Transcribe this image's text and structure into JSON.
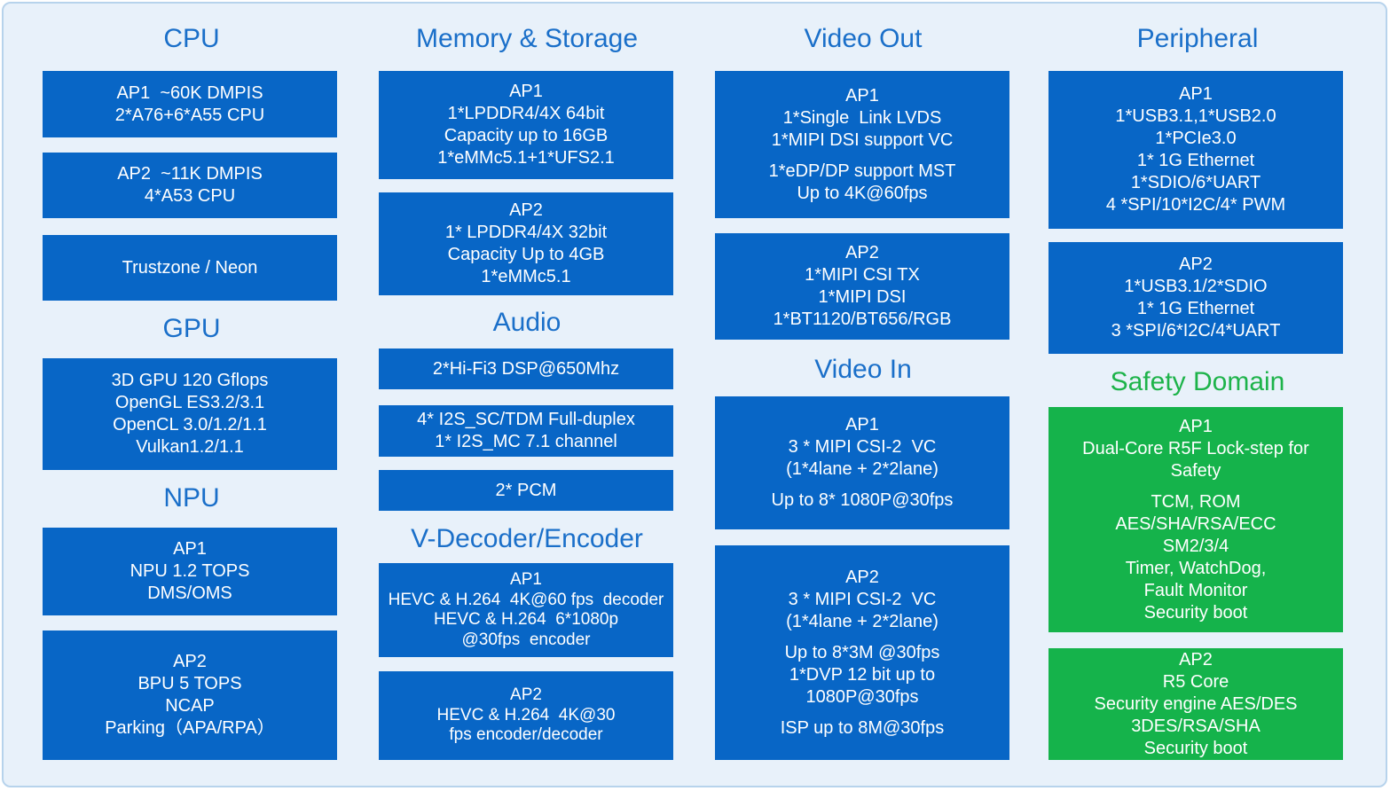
{
  "sections": {
    "cpu": {
      "title": "CPU",
      "boxes": [
        {
          "lines": [
            "AP1  ~60K DMPIS",
            "2*A76+6*A55 CPU"
          ]
        },
        {
          "lines": [
            "AP2  ~11K DMPIS",
            "4*A53 CPU"
          ]
        },
        {
          "lines": [
            "Trustzone / Neon"
          ]
        }
      ]
    },
    "gpu": {
      "title": "GPU",
      "boxes": [
        {
          "lines": [
            "3D GPU 120 Gflops",
            "OpenGL ES3.2/3.1",
            "OpenCL 3.0/1.2/1.1",
            "Vulkan1.2/1.1"
          ]
        }
      ]
    },
    "npu": {
      "title": "NPU",
      "boxes": [
        {
          "lines": [
            "AP1",
            "NPU 1.2 TOPS",
            "DMS/OMS"
          ]
        },
        {
          "lines": [
            "AP2",
            "BPU 5 TOPS",
            "NCAP",
            "Parking（APA/RPA）"
          ]
        }
      ]
    },
    "memory": {
      "title": "Memory & Storage",
      "boxes": [
        {
          "lines": [
            "AP1",
            "1*LPDDR4/4X 64bit",
            "Capacity up to 16GB",
            "1*eMMc5.1+1*UFS2.1"
          ]
        },
        {
          "lines": [
            "AP2",
            "1* LPDDR4/4X 32bit",
            "Capacity Up to 4GB",
            "1*eMMc5.1"
          ]
        }
      ]
    },
    "audio": {
      "title": "Audio",
      "boxes": [
        {
          "lines": [
            "2*Hi-Fi3 DSP@650Mhz"
          ]
        },
        {
          "lines": [
            "4* I2S_SC/TDM Full-duplex",
            "1* I2S_MC 7.1 channel"
          ]
        },
        {
          "lines": [
            "2* PCM"
          ]
        }
      ]
    },
    "codec": {
      "title": "V-Decoder/Encoder",
      "boxes": [
        {
          "lines": [
            "AP1",
            "HEVC & H.264  4K@60 fps  decoder",
            "HEVC & H.264  6*1080p",
            "@30fps  encoder"
          ]
        },
        {
          "lines": [
            "AP2",
            "HEVC & H.264  4K@30",
            "fps encoder/decoder"
          ]
        }
      ]
    },
    "video_out": {
      "title": "Video Out",
      "boxes": [
        {
          "groups": [
            [
              "AP1",
              "1*Single  Link LVDS",
              "1*MIPI DSI support VC"
            ],
            [
              "1*eDP/DP support MST",
              "Up to 4K@60fps"
            ]
          ]
        },
        {
          "lines": [
            "AP2",
            "1*MIPI CSI TX",
            "1*MIPI DSI",
            "1*BT1120/BT656/RGB"
          ]
        }
      ]
    },
    "video_in": {
      "title": "Video In",
      "boxes": [
        {
          "groups": [
            [
              "AP1",
              "3 * MIPI CSI-2  VC",
              "(1*4lane + 2*2lane)"
            ],
            [
              "Up to 8* 1080P@30fps"
            ]
          ]
        },
        {
          "groups": [
            [
              "AP2",
              "3 * MIPI CSI-2  VC",
              "(1*4lane + 2*2lane)"
            ],
            [
              "Up to 8*3M @30fps",
              "1*DVP 12 bit up to",
              "1080P@30fps"
            ],
            [
              "ISP up to 8M@30fps"
            ]
          ]
        }
      ]
    },
    "peripheral": {
      "title": "Peripheral",
      "boxes": [
        {
          "lines": [
            "AP1",
            "1*USB3.1,1*USB2.0",
            "1*PCIe3.0",
            "1* 1G Ethernet",
            "1*SDIO/6*UART",
            "4 *SPI/10*I2C/4* PWM"
          ]
        },
        {
          "lines": [
            "AP2",
            "1*USB3.1/2*SDIO",
            "1* 1G Ethernet",
            "3 *SPI/6*I2C/4*UART"
          ]
        }
      ]
    },
    "safety": {
      "title": "Safety Domain",
      "boxes": [
        {
          "groups": [
            [
              "AP1",
              "Dual-Core R5F Lock-step for",
              "Safety"
            ],
            [
              "TCM, ROM",
              "AES/SHA/RSA/ECC",
              "SM2/3/4",
              "Timer, WatchDog,",
              "Fault Monitor",
              "Security boot"
            ]
          ]
        },
        {
          "lines": [
            "AP2",
            "R5 Core",
            "Security engine AES/DES",
            "3DES/RSA/SHA",
            "Security boot"
          ]
        }
      ]
    }
  },
  "colors": {
    "panel_bg": "#e8f1fa",
    "heading_blue": "#1a6fc9",
    "heading_green": "#1db34a",
    "box_blue": "#0866c6",
    "box_green": "#15b34b",
    "box_text": "#ffffff"
  }
}
